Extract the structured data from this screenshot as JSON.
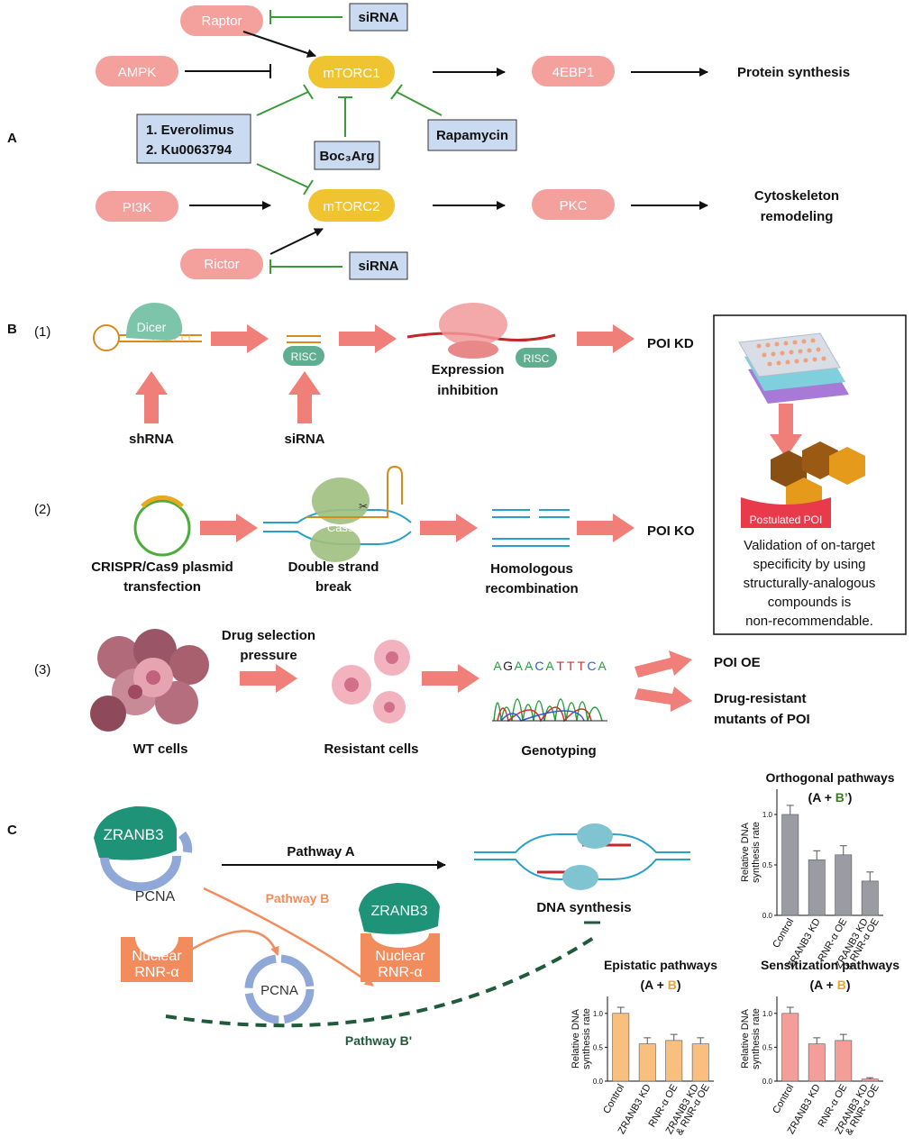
{
  "panelA": {
    "letter": "A",
    "raptor": "Raptor",
    "ampk": "AMPK",
    "mtorc1": "mTORC1",
    "ebp1": "4EBP1",
    "protein_synthesis": "Protein synthesis",
    "sirna_top": "siRNA",
    "everolimus": "1. Everolimus",
    "ku": "2. Ku0063794",
    "boc3arg": "Boc₃Arg",
    "rapamycin": "Rapamycin",
    "pi3k": "PI3K",
    "mtorc2": "mTORC2",
    "pkc": "PKC",
    "cytoskeleton": "Cytoskeleton",
    "remodeling": "remodeling",
    "rictor": "Rictor",
    "sirna_bottom": "siRNA"
  },
  "panelB": {
    "letter": "B",
    "row1": {
      "num": "(1)",
      "dicer": "Dicer",
      "risc": "RISC",
      "risc2": "RISC",
      "shrna": "shRNA",
      "sirna": "siRNA",
      "expr1": "Expression",
      "expr2": "inhibition",
      "result": "POI KD"
    },
    "row2": {
      "num": "(2)",
      "cas9": "Cas9",
      "crispr1": "CRISPR/Cas9 plasmid",
      "crispr2": "transfection",
      "dsb1": "Double strand",
      "dsb2": "break",
      "hr1": "Homologous",
      "hr2": "recombination",
      "result": "POI KO"
    },
    "row3": {
      "num": "(3)",
      "wt": "WT cells",
      "drug1": "Drug selection",
      "drug2": "pressure",
      "resistant": "Resistant cells",
      "genotyping": "Genotyping",
      "sequence": [
        {
          "ch": "A",
          "color": "#2a9d3a"
        },
        {
          "ch": "G",
          "color": "#222222"
        },
        {
          "ch": "A",
          "color": "#2a9d3a"
        },
        {
          "ch": "A",
          "color": "#2a9d3a"
        },
        {
          "ch": "C",
          "color": "#2b5fd1"
        },
        {
          "ch": "A",
          "color": "#2a9d3a"
        },
        {
          "ch": "T",
          "color": "#d62c2c"
        },
        {
          "ch": "T",
          "color": "#d62c2c"
        },
        {
          "ch": "T",
          "color": "#d62c2c"
        },
        {
          "ch": "C",
          "color": "#2b5fd1"
        },
        {
          "ch": "A",
          "color": "#2a9d3a"
        }
      ],
      "poi_oe": "POI OE",
      "mut1": "Drug-resistant",
      "mut2": "mutants of POI"
    },
    "box": {
      "postulated": "Postulated POI",
      "lines": [
        "Validation of on-target",
        "specificity by using",
        "structurally-analogous",
        "compounds is",
        "non-recommendable."
      ]
    }
  },
  "panelC": {
    "letter": "C",
    "zranb3": "ZRANB3",
    "pcna": "PCNA",
    "pathway_a": "Pathway A",
    "pathway_b": "Pathway B",
    "pathway_b_prime": "Pathway B'",
    "nuclear": "Nuclear",
    "rnr": "RNR-α",
    "pcna2": "PCNA",
    "zranb3_2": "ZRANB3",
    "nuclear2": "Nuclear",
    "rnr2": "RNR-α",
    "dna_synthesis": "DNA synthesis"
  },
  "colors": {
    "pill": "#f4a09c",
    "mtor": "#f0c431",
    "inhibit": "#3a9a3a",
    "blue_box": "#c9daf1",
    "teal": "#1f9378",
    "orange": "#f28c5c",
    "pcna_ring": "#8fa8d8",
    "green_dark": "#1f5a3a"
  },
  "chart_data": [
    {
      "type": "bar",
      "title": "Orthogonal pathways",
      "subtitle_parts": [
        "(A + ",
        "B’",
        ")"
      ],
      "subtitle_colors": [
        "#111111",
        "#3b7d20",
        "#111111"
      ],
      "ylabel": [
        "Relative DNA",
        "synthesis rate"
      ],
      "categories": [
        "Control",
        "ZRANB3 KD",
        "RNR-α OE",
        "ZRANB3 KD",
        "& RNR-α OE"
      ],
      "values": [
        1.0,
        0.55,
        0.6,
        0.34
      ],
      "errors": [
        0.09,
        0.09,
        0.09,
        0.09
      ],
      "ylim": [
        0,
        1.25
      ],
      "yticks": [
        "0.0",
        "0.5",
        "1.0"
      ],
      "bar_color": "#9b9ba3"
    },
    {
      "type": "bar",
      "title": "Epistatic pathways",
      "subtitle_parts": [
        "(A + ",
        "B",
        ")"
      ],
      "subtitle_colors": [
        "#111111",
        "#e8a820",
        "#111111"
      ],
      "ylabel": [
        "Relative DNA",
        "synthesis rate"
      ],
      "categories": [
        "Control",
        "ZRANB3 KD",
        "RNR-α OE",
        "ZRANB3 KD",
        "& RNR-α OE"
      ],
      "values": [
        1.0,
        0.55,
        0.6,
        0.55
      ],
      "errors": [
        0.09,
        0.09,
        0.09,
        0.09
      ],
      "ylim": [
        0,
        1.25
      ],
      "yticks": [
        "0.0",
        "0.5",
        "1.0"
      ],
      "bar_color": "#f8bf7e"
    },
    {
      "type": "bar",
      "title": "Sensitization pathways",
      "subtitle_parts": [
        "(A + ",
        "B",
        ")"
      ],
      "subtitle_colors": [
        "#111111",
        "#e8a820",
        "#111111"
      ],
      "ylabel": [
        "Relative DNA",
        "synthesis rate"
      ],
      "categories": [
        "Control",
        "ZRANB3 KD",
        "RNR-α OE",
        "ZRANB3 KD",
        "& RNR-α OE"
      ],
      "values": [
        1.0,
        0.55,
        0.6,
        0.03
      ],
      "errors": [
        0.09,
        0.09,
        0.09,
        0.02
      ],
      "ylim": [
        0,
        1.25
      ],
      "yticks": [
        "0.0",
        "0.5",
        "1.0"
      ],
      "bar_color": "#f49e9a"
    }
  ]
}
